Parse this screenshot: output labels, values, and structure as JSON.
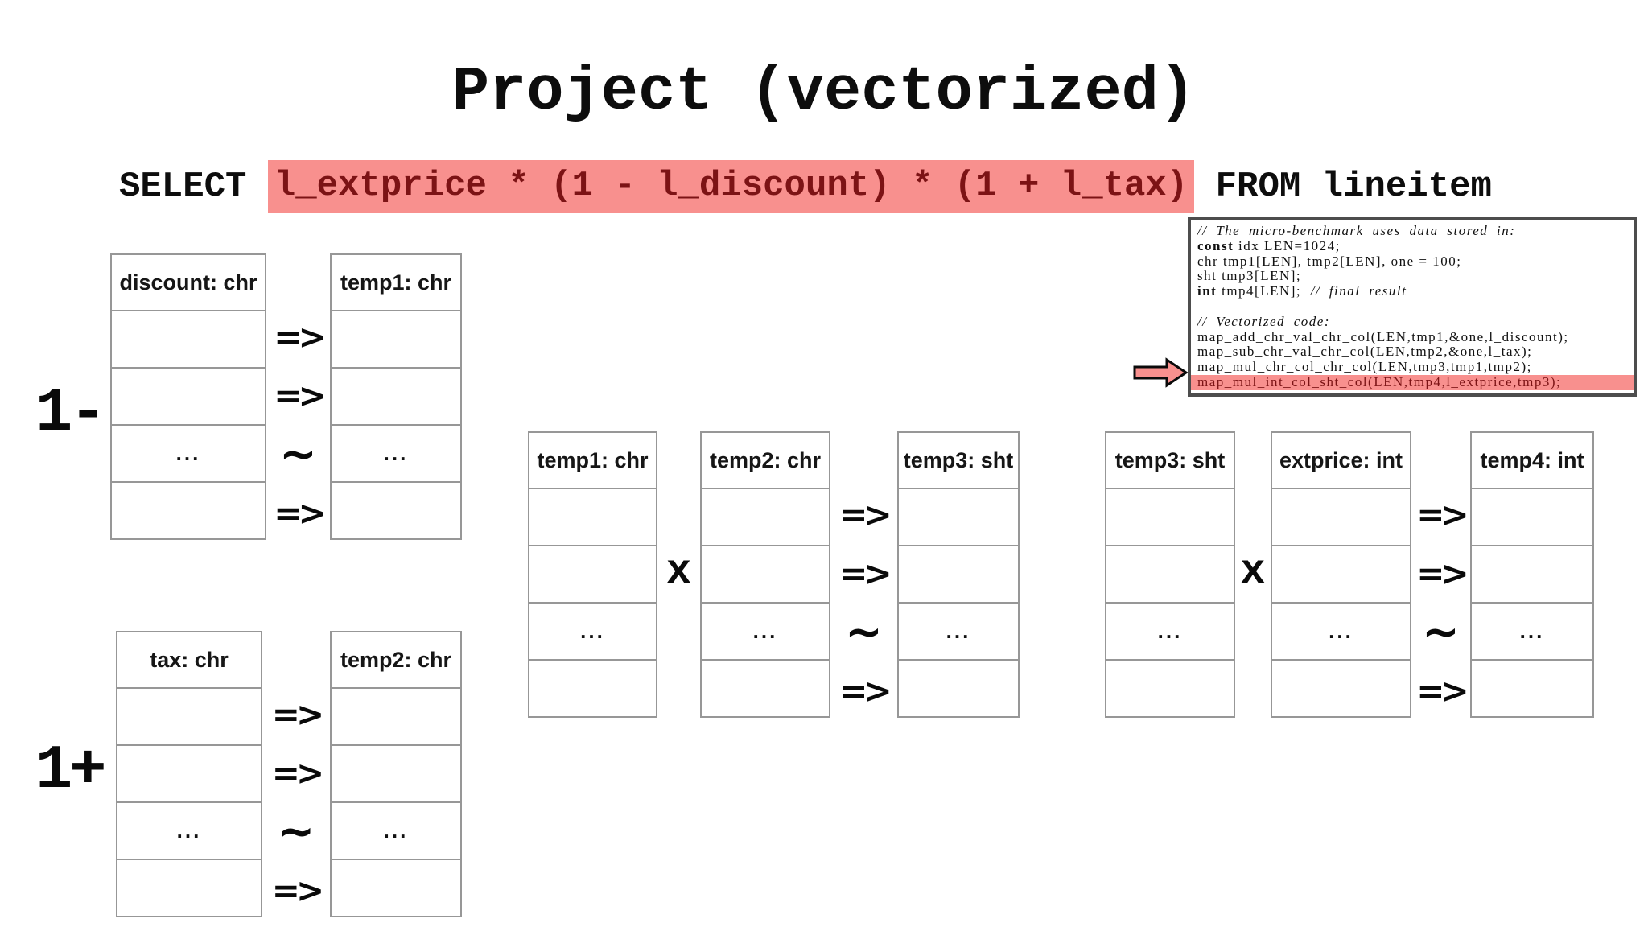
{
  "title": "Project (vectorized)",
  "query": {
    "select_keyword": "SELECT ",
    "highlighted_expression": "l_extprice * (1 - l_discount) * (1 + l_tax)",
    "from_clause": " FROM lineitem"
  },
  "code_panel": {
    "comment_storage": "// The micro-benchmark uses data stored in:",
    "decl_const_keyword": "const",
    "decl_const_rest": " idx LEN=1024;",
    "decl_chr": "chr tmp1[LEN], tmp2[LEN], one = 100;",
    "decl_sht": "sht tmp3[LEN];",
    "decl_int_keyword": "int",
    "decl_int_rest": " tmp4[LEN];  ",
    "decl_int_comment": "// final result",
    "comment_vectorized": "// Vectorized code:",
    "call_add": "map_add_chr_val_chr_col(LEN,tmp1,&one,l_discount);",
    "call_sub": "map_sub_chr_val_chr_col(LEN,tmp2,&one,l_tax);",
    "call_mul_1": "map_mul_chr_col_chr_col(LEN,tmp3,tmp1,tmp2);",
    "call_mul_2_highlighted": "map_mul_int_col_sht_col(LEN,tmp4,l_extprice,tmp3);"
  },
  "labels": {
    "one_minus": "1-",
    "one_plus": "1+"
  },
  "symbols": {
    "arrow": "=>",
    "tilde": "~",
    "multiply": "x",
    "ellipsis": "..."
  },
  "columns": {
    "discount": "discount: chr",
    "temp1_left": "temp1: chr",
    "tax": "tax: chr",
    "temp2_left": "temp2: chr",
    "temp1_mid": "temp1: chr",
    "temp2_mid": "temp2: chr",
    "temp3_mid": "temp3: sht",
    "temp3_right": "temp3: sht",
    "extprice": "extprice: int",
    "temp4": "temp4: int"
  },
  "colors": {
    "highlight_background": "#F8908E",
    "highlight_text": "#7C1315",
    "table_border": "#979797",
    "code_border": "#4d4d4d"
  }
}
